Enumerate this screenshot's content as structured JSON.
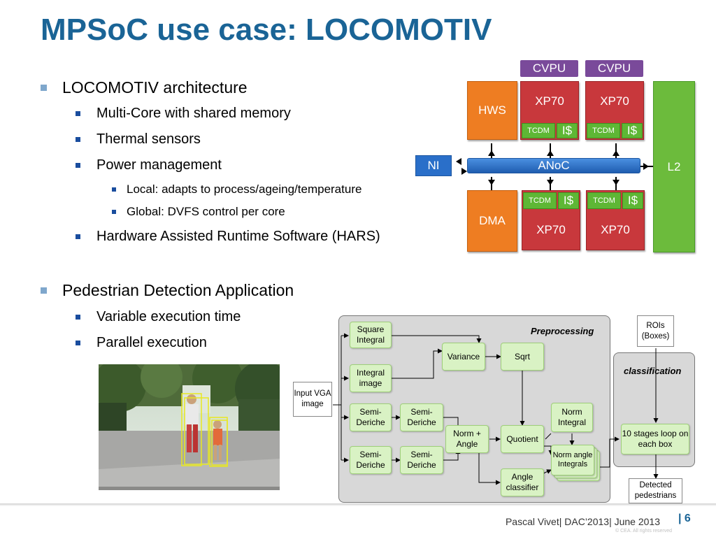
{
  "title": "MPSoC use case: LOCOMOTIV",
  "bullets": [
    {
      "level": 1,
      "text": "LOCOMOTIV architecture"
    },
    {
      "level": 2,
      "text": "Multi-Core with shared memory"
    },
    {
      "level": 2,
      "text": "Thermal sensors"
    },
    {
      "level": 2,
      "text": "Power management"
    },
    {
      "level": 3,
      "text": "Local: adapts to process/ageing/temperature"
    },
    {
      "level": 3,
      "text": "Global: DVFS control per core"
    },
    {
      "level": 2,
      "text": "Hardware Assisted Runtime Software (HARS)"
    },
    {
      "level": 1,
      "text": "Pedestrian Detection Application"
    },
    {
      "level": 2,
      "text": "Variable execution time"
    },
    {
      "level": 2,
      "text": "Parallel execution"
    }
  ],
  "arch": {
    "cvpu": "CVPU",
    "xp70": "XP70",
    "hws": "HWS",
    "dma": "DMA",
    "ni": "NI",
    "anoc": "ANoC",
    "l2": "L2",
    "tcdm": "TCDM",
    "icache": "I$"
  },
  "flow": {
    "preprocessing": "Preprocessing",
    "classification": "classification",
    "input": "Input VGA image",
    "square_integral": "Square Integral",
    "integral_image": "Integral image",
    "semi_deriche": "Semi-Deriche",
    "variance": "Variance",
    "sqrt": "Sqrt",
    "norm_angle": "Norm + Angle",
    "quotient": "Quotient",
    "norm_integral": "Norm Integral",
    "norm_angle_integrals": "Norm angle Integrals",
    "angle_classifier": "Angle classifier",
    "rois": "ROIs (Boxes)",
    "stages_loop": "10 stages loop on each box",
    "detected": "Detected pedestrians"
  },
  "footer": {
    "text": "Pascal Vivet| DAC’2013| June 2013",
    "slide_number": "| 6",
    "copyright": "© CEA. All rights reserved"
  },
  "colors": {
    "title": "#1a6496",
    "xp70": "#c8383c",
    "cvpu": "#7a4a9a",
    "orange": "#ee7d22",
    "green": "#5eb735",
    "noc": "#2a6fc9"
  }
}
